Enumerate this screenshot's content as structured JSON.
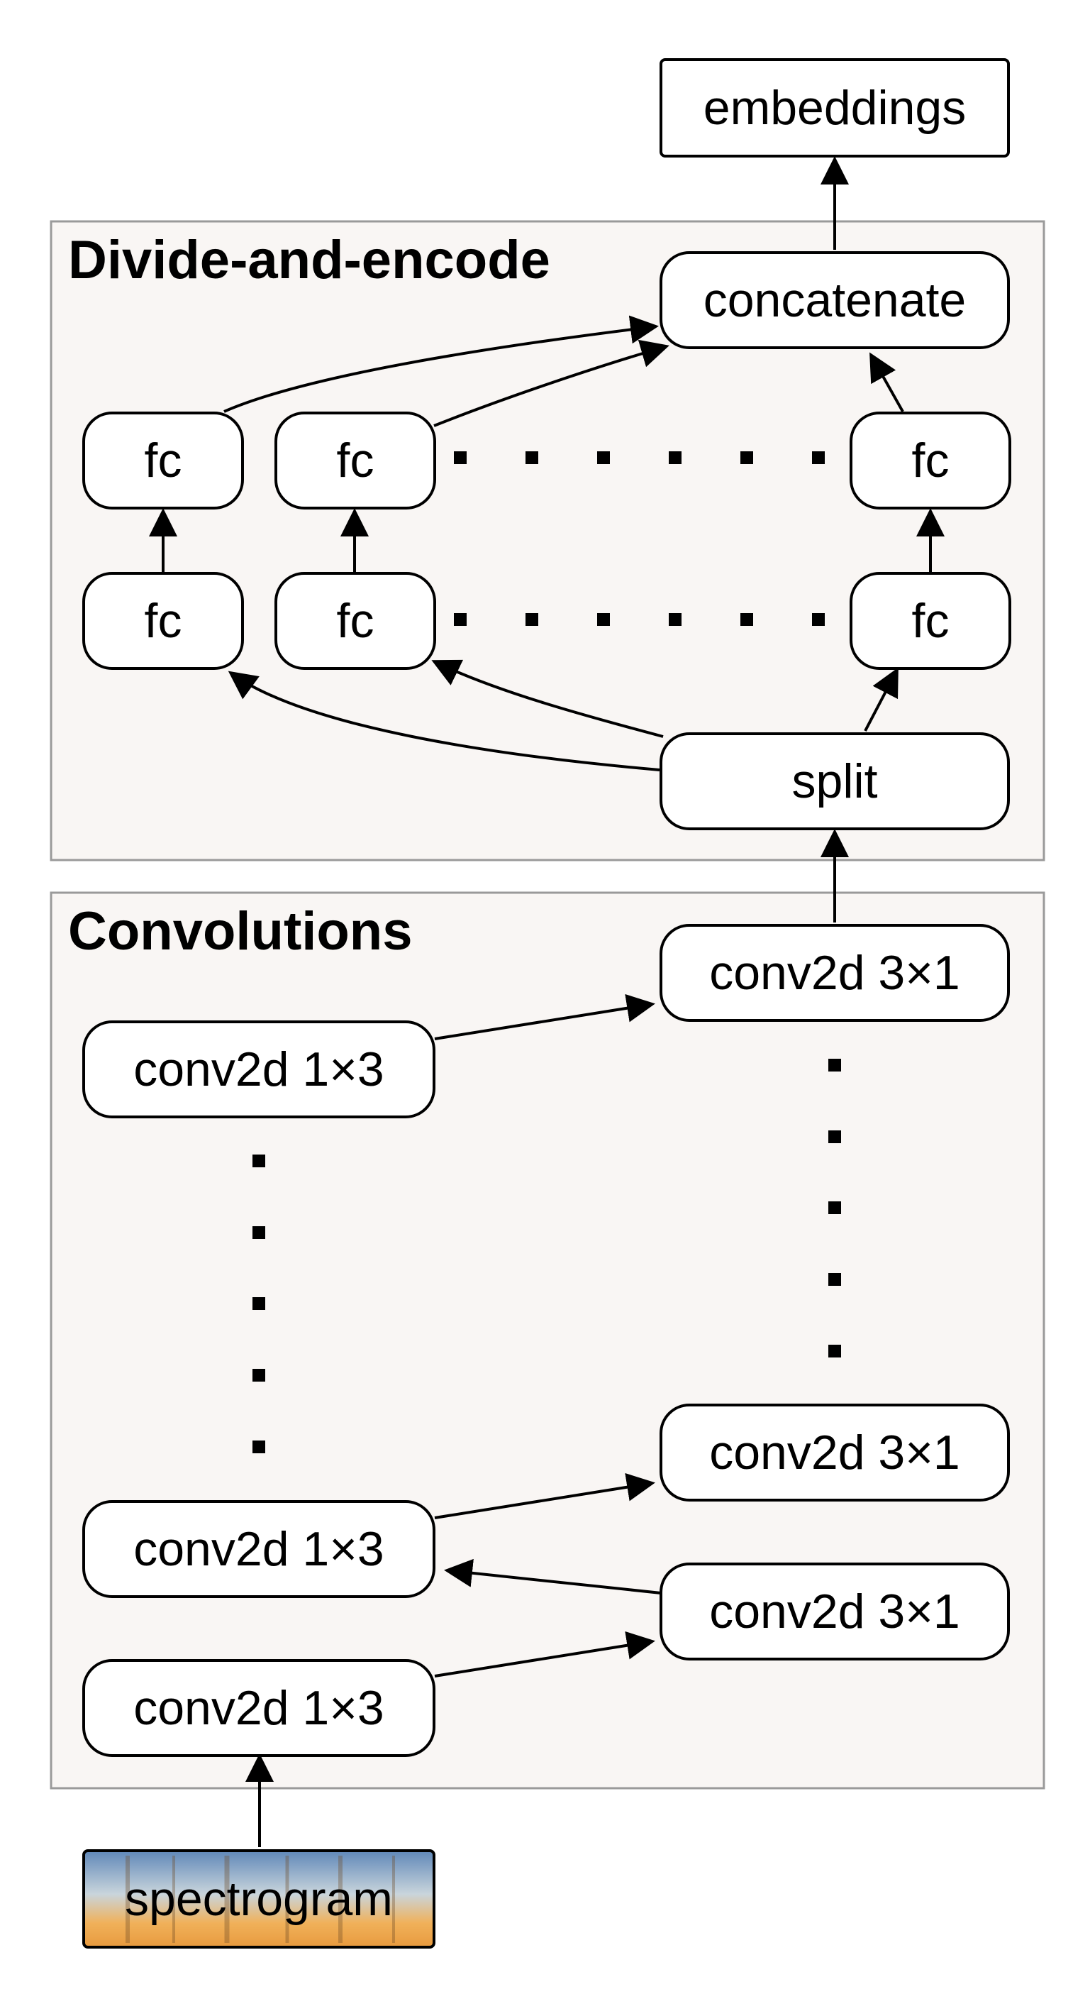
{
  "groups": {
    "divide": {
      "title": "Divide-and-encode"
    },
    "conv": {
      "title": "Convolutions"
    }
  },
  "nodes": {
    "embeddings": "embeddings",
    "concatenate": "concatenate",
    "fc": "fc",
    "split": "split",
    "conv1x3": "conv2d 1×3",
    "conv3x1": "conv2d 3×1",
    "spectrogram": "spectrogram"
  }
}
